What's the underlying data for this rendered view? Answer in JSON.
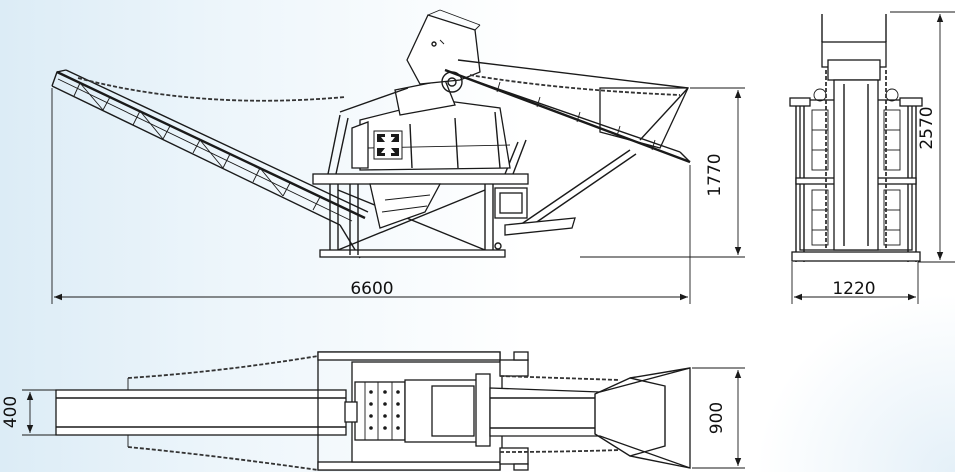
{
  "dimensions": {
    "overall_length": "6600",
    "side_height": "1770",
    "total_height": "2570",
    "width": "1220",
    "belt_width": "400",
    "hopper_width": "900"
  },
  "logo": {
    "icon": "crusher-logo-icon"
  }
}
